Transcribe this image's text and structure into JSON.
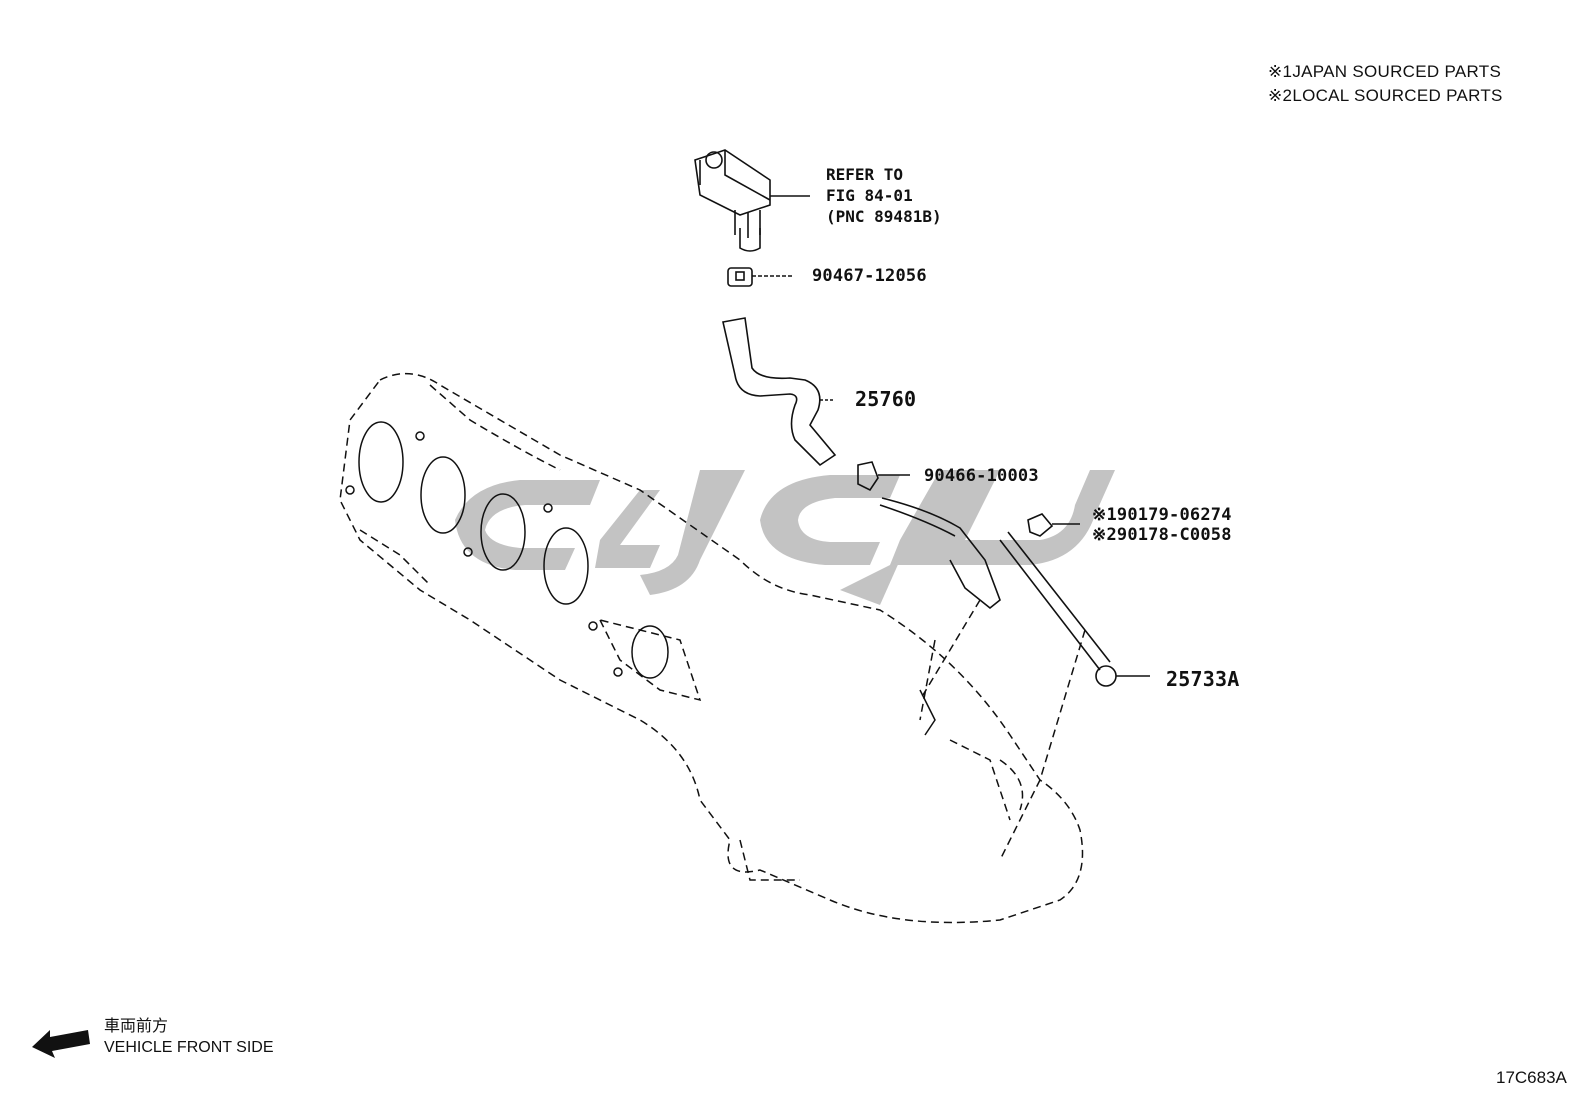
{
  "legend": [
    {
      "mark": "※1",
      "text": "JAPAN SOURCED PARTS"
    },
    {
      "mark": "※2",
      "text": "LOCAL SOURCED PARTS"
    }
  ],
  "refer": {
    "line1": "REFER TO",
    "line2": "FIG 84-01",
    "line3": "(PNC 89481B)"
  },
  "parts": {
    "clamp_upper": "90467-12056",
    "hose": "25760",
    "clamp_lower": "90466-10003",
    "nut_japan": "※190179-06274",
    "nut_local": "※290178-C0058",
    "pipe": "25733A"
  },
  "direction": {
    "jp": "車両前方",
    "en": "VEHICLE FRONT SIDE"
  },
  "drawing_code": "17C683A",
  "watermark_color": "#b5b5b5"
}
